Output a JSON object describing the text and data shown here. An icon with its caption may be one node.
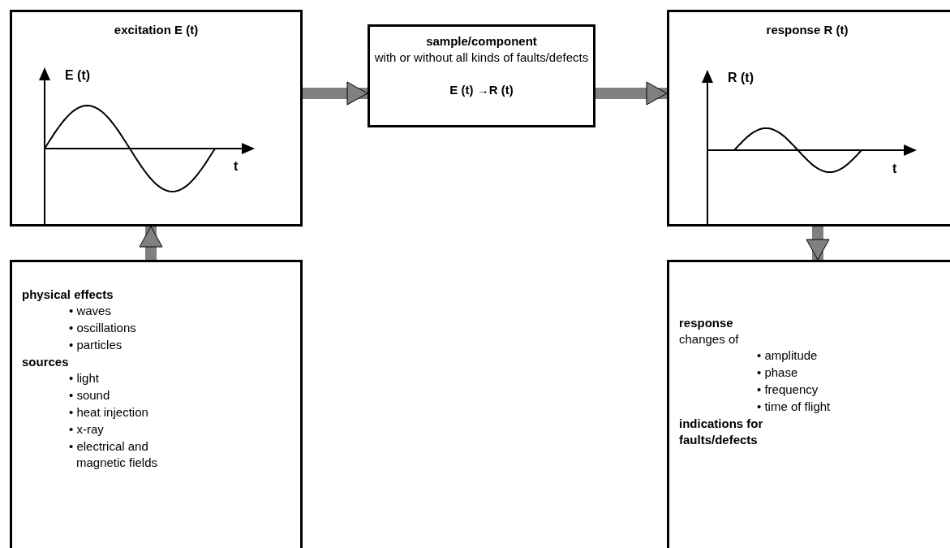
{
  "diagram": {
    "nodes": [
      {
        "text": [
          "excitation E (t)"
        ]
      },
      {
        "text": [
          "sample/component",
          "with or without all kinds of faults/defects",
          "E (t) →R (t)"
        ]
      },
      {
        "text": [
          "response R (t)"
        ]
      },
      {
        "text": [
          "physical effects",
          "• waves",
          "• oscillations",
          "• particles",
          "sources",
          "• light",
          "• sound",
          "• heat injection",
          "• x-ray",
          "• electrical and magnetic fields"
        ]
      },
      {
        "text": [
          "response",
          "changes of",
          "• amplitude",
          "• phase",
          "• frequency",
          "• time of flight",
          "indications for faults/defects"
        ]
      }
    ],
    "edges": [
      {
        "from": 0,
        "to": 1,
        "arrow": "to"
      },
      {
        "from": 1,
        "to": 2,
        "arrow": "to"
      },
      {
        "from": 3,
        "to": 0,
        "arrow": "to"
      },
      {
        "from": 2,
        "to": 4,
        "arrow": "to"
      }
    ],
    "labels": [
      "E (t)",
      "t",
      "R (t)",
      "t"
    ]
  }
}
